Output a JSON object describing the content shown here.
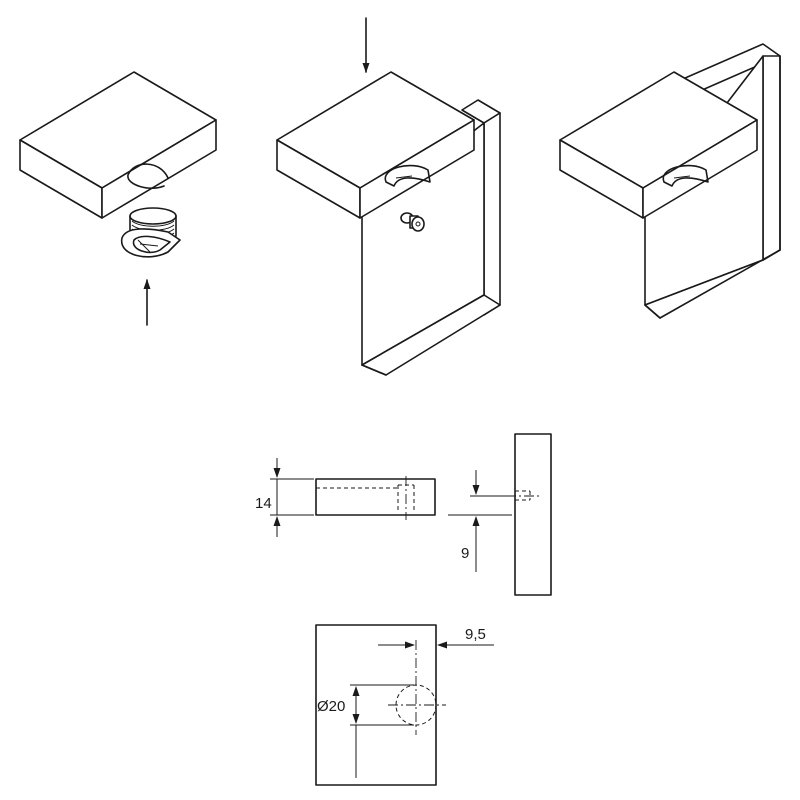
{
  "dimensions": {
    "height": "14",
    "depth": "9",
    "offset": "9,5",
    "diameter": "Ø20"
  },
  "colors": {
    "line": "#1a1a1a",
    "background": "#ffffff"
  }
}
